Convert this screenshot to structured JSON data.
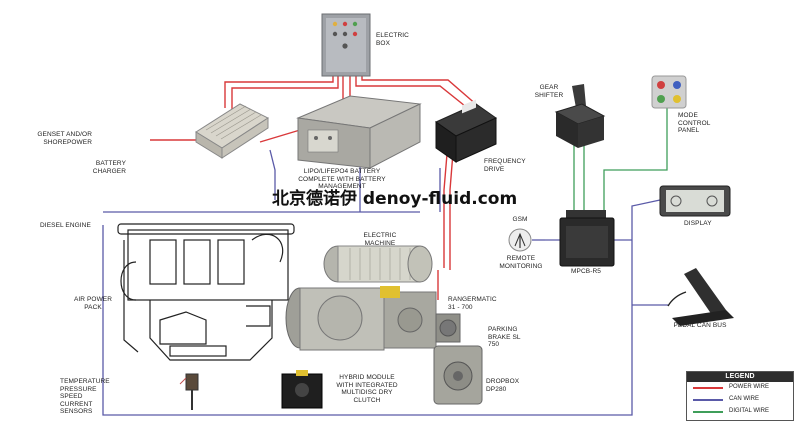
{
  "labels": {
    "electric_box": "ELECTRIC BOX",
    "genset": "GENSET AND/OR SHOREPOWER",
    "battery_charger": "BATTERY CHARGER",
    "battery": "LiPo/LiFePO4 BATTERY COMPLETE WITH BATTERY MANAGEMENT",
    "frequency_drive": "FREQUENCY DRIVE",
    "gear_shifter": "GEAR SHIFTER",
    "mode_panel": "MODE CONTROL PANEL",
    "display": "DISPLAY",
    "gsm": "GSM",
    "remote_monitoring": "REMOTE MONITORING",
    "mpcb": "MPCB-R5",
    "diesel_engine": "DIESEL ENGINE",
    "electric_machine": "ELECTRIC MACHINE",
    "air_power_pack": "AIR POWER PACK",
    "rangermatic": "RANGERMATIC 31 - 700",
    "parking_brake": "PARKING BRAKE SL 750",
    "pedal": "PEDAL CAN bus",
    "sensors": "TEMPERATURE PRESSURE SPEED CURRENT SENSORS",
    "hybrid_module": "HYBRID MODULE WITH INTEGRATED MULTIDISC DRY CLUTCH",
    "dropbox": "DROPBOX DP280"
  },
  "watermark": "北京德诺伊 denoy-fluid.com",
  "legend": {
    "title": "LEGEND",
    "items": [
      {
        "label": "POWER WIRE",
        "color": "#d9383a"
      },
      {
        "label": "CAN WIRE",
        "color": "#5a5aa8"
      },
      {
        "label": "DIGITAL WIRE",
        "color": "#3f9e5a"
      }
    ]
  },
  "colors": {
    "power": "#d9383a",
    "can": "#5a5aa8",
    "digital": "#3f9e5a"
  }
}
